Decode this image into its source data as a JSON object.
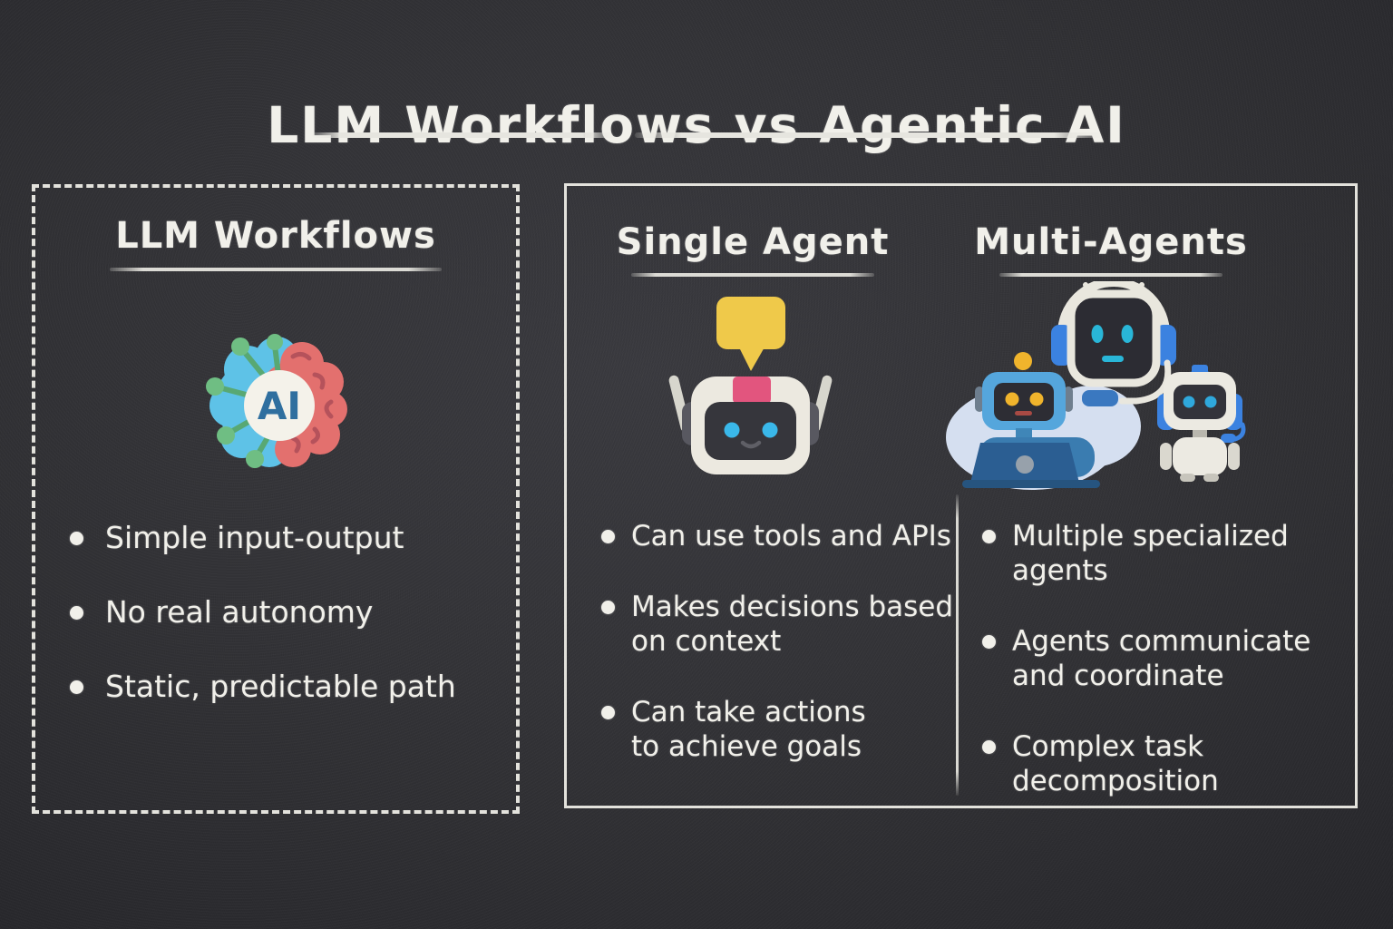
{
  "title": "LLM Workflows vs Agentic AI",
  "left_panel": {
    "heading": "LLM Workflows",
    "icon": "ai-brain-icon",
    "ai_label": "AI",
    "bullets": [
      [
        "Simple input-output"
      ],
      [
        "No real autonomy"
      ],
      [
        "Static, predictable path"
      ]
    ]
  },
  "right_panel": {
    "single_agent": {
      "heading": "Single Agent",
      "icon": "chat-robot-icon",
      "bullets": [
        [
          "Can use tools and APIs"
        ],
        [
          "Makes decisions based",
          "on context"
        ],
        [
          "Can take actions",
          "to achieve goals"
        ]
      ]
    },
    "multi_agents": {
      "heading": "Multi-Agents",
      "icon": "robot-team-icon",
      "bullets": [
        [
          "Multiple specialized",
          "agents"
        ],
        [
          "Agents communicate",
          "and coordinate"
        ],
        [
          "Complex task",
          "decomposition"
        ]
      ]
    }
  },
  "colors": {
    "chalk": "#f1f0ea",
    "chalk_line": "#e3e2dc",
    "board_background": "#333337",
    "brain_left_blue": "#5ec2e7",
    "brain_right_red": "#e3706e",
    "brain_node_green": "#6fbe83",
    "ai_text_blue": "#2f6f9f",
    "speech_bubble_yellow": "#efc94a",
    "robot_body_white": "#ece9e0",
    "robot_face_dark": "#36363c",
    "robot_pink": "#e2557e",
    "robot_eye_blue": "#3ab8ea",
    "headphone_blue": "#3b82e0",
    "laptop_blue": "#2b5e92",
    "robot_eye_yellow": "#f0b42c",
    "cloud_blue": "#d5dff0"
  }
}
